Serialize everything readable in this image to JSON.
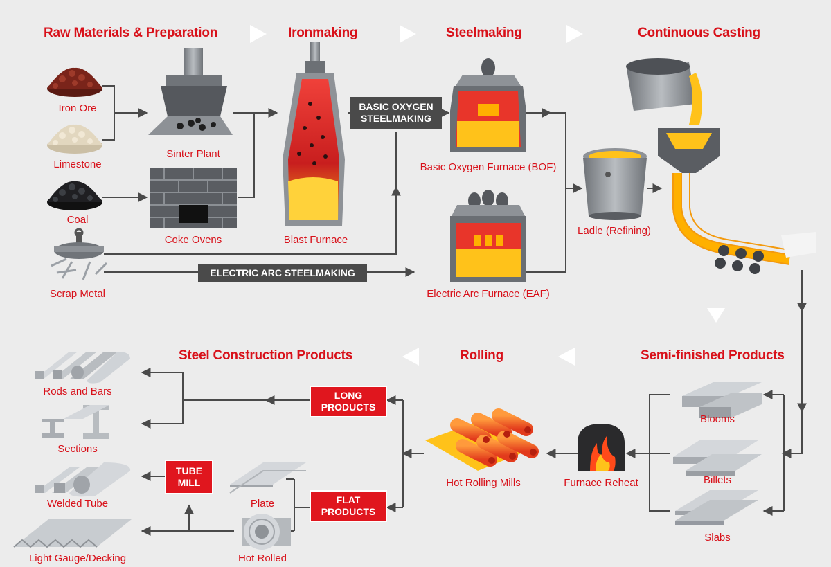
{
  "stages": {
    "raw_materials": "Raw Materials & Preparation",
    "ironmaking": "Ironmaking",
    "steelmaking": "Steelmaking",
    "continuous_casting": "Continuous Casting",
    "semi_finished": "Semi-finished Products",
    "rolling": "Rolling",
    "construction": "Steel Construction Products"
  },
  "items": {
    "iron_ore": "Iron Ore",
    "limestone": "Limestone",
    "coal": "Coal",
    "scrap_metal": "Scrap Metal",
    "sinter_plant": "Sinter Plant",
    "coke_ovens": "Coke Ovens",
    "blast_furnace": "Blast Furnace",
    "bof": "Basic Oxygen Furnace (BOF)",
    "eaf": "Electric Arc Furnace (EAF)",
    "ladle": "Ladle (Refining)",
    "blooms": "Blooms",
    "billets": "Billets",
    "slabs": "Slabs",
    "furnace_reheat": "Furnace Reheat",
    "hot_rolling_mills": "Hot Rolling Mills",
    "rods_bars": "Rods and Bars",
    "sections": "Sections",
    "welded_tube": "Welded Tube",
    "light_gauge": "Light Gauge/Decking",
    "plate": "Plate",
    "hot_rolled": "Hot Rolled"
  },
  "boxes": {
    "bos_line1": "BASIC OXYGEN",
    "bos_line2": "STEELMAKING",
    "eas": "ELECTRIC ARC STEELMAKING",
    "long_line1": "LONG",
    "long_line2": "PRODUCTS",
    "flat_line1": "FLAT",
    "flat_line2": "PRODUCTS",
    "tube_line1": "TUBE",
    "tube_line2": "MILL"
  },
  "colors": {
    "accent_red": "#d8111a",
    "box_dark": "#4a4a4a",
    "line": "#4a4a4a",
    "molten": "#ffc21a",
    "furnace_red": "#e8352a"
  }
}
